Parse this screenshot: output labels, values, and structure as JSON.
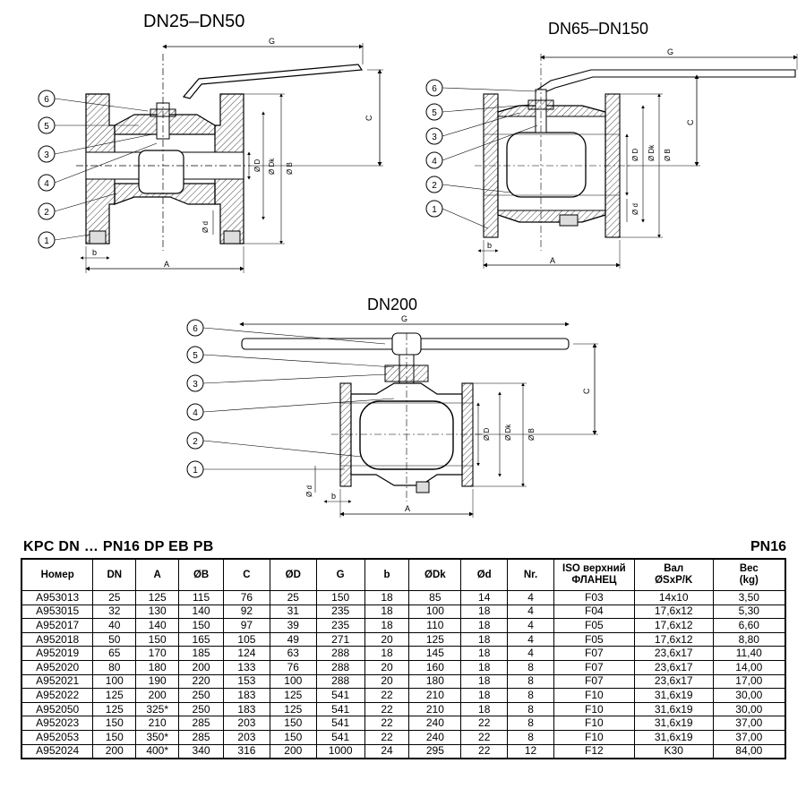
{
  "drawings": {
    "small": {
      "title": "DN25–DN50"
    },
    "medium": {
      "title": "DN65–DN150"
    },
    "large": {
      "title": "DN200"
    },
    "dims": {
      "g": "G",
      "c": "C",
      "a": "A",
      "b": "b",
      "od": "Ø D",
      "odk": "Ø Dk",
      "ob": "Ø B",
      "odd": "Ø d"
    },
    "callouts": [
      "1",
      "2",
      "3",
      "4",
      "5",
      "6"
    ]
  },
  "spec": {
    "title": "KPC DN … PN16 DP EB PB",
    "pn": "PN16",
    "headers": [
      "Номер",
      "DN",
      "A",
      "ØB",
      "C",
      "ØD",
      "G",
      "b",
      "ØDk",
      "Ød",
      "Nr.",
      "ISO верхний\nФЛАНЕЦ",
      "Вал\nØSxP/K",
      "Вес\n(kg)"
    ],
    "rows": [
      [
        "A953013",
        "25",
        "125",
        "115",
        "76",
        "25",
        "150",
        "18",
        "85",
        "14",
        "4",
        "F03",
        "14x10",
        "3,50"
      ],
      [
        "A953015",
        "32",
        "130",
        "140",
        "92",
        "31",
        "235",
        "18",
        "100",
        "18",
        "4",
        "F04",
        "17,6x12",
        "5,30"
      ],
      [
        "A952017",
        "40",
        "140",
        "150",
        "97",
        "39",
        "235",
        "18",
        "110",
        "18",
        "4",
        "F05",
        "17,6x12",
        "6,60"
      ],
      [
        "A952018",
        "50",
        "150",
        "165",
        "105",
        "49",
        "271",
        "20",
        "125",
        "18",
        "4",
        "F05",
        "17,6x12",
        "8,80"
      ],
      [
        "A952019",
        "65",
        "170",
        "185",
        "124",
        "63",
        "288",
        "18",
        "145",
        "18",
        "4",
        "F07",
        "23,6x17",
        "11,40"
      ],
      [
        "A952020",
        "80",
        "180",
        "200",
        "133",
        "76",
        "288",
        "20",
        "160",
        "18",
        "8",
        "F07",
        "23,6x17",
        "14,00"
      ],
      [
        "A952021",
        "100",
        "190",
        "220",
        "153",
        "100",
        "288",
        "20",
        "180",
        "18",
        "8",
        "F07",
        "23,6x17",
        "17,00"
      ],
      [
        "A952022",
        "125",
        "200",
        "250",
        "183",
        "125",
        "541",
        "22",
        "210",
        "18",
        "8",
        "F10",
        "31,6x19",
        "30,00"
      ],
      [
        "A952050",
        "125",
        "325*",
        "250",
        "183",
        "125",
        "541",
        "22",
        "210",
        "18",
        "8",
        "F10",
        "31,6x19",
        "30,00"
      ],
      [
        "A952023",
        "150",
        "210",
        "285",
        "203",
        "150",
        "541",
        "22",
        "240",
        "22",
        "8",
        "F10",
        "31,6x19",
        "37,00"
      ],
      [
        "A952053",
        "150",
        "350*",
        "285",
        "203",
        "150",
        "541",
        "22",
        "240",
        "22",
        "8",
        "F10",
        "31,6x19",
        "37,00"
      ],
      [
        "A952024",
        "200",
        "400*",
        "340",
        "316",
        "200",
        "1000",
        "24",
        "295",
        "22",
        "12",
        "F12",
        "K30",
        "84,00"
      ]
    ]
  }
}
